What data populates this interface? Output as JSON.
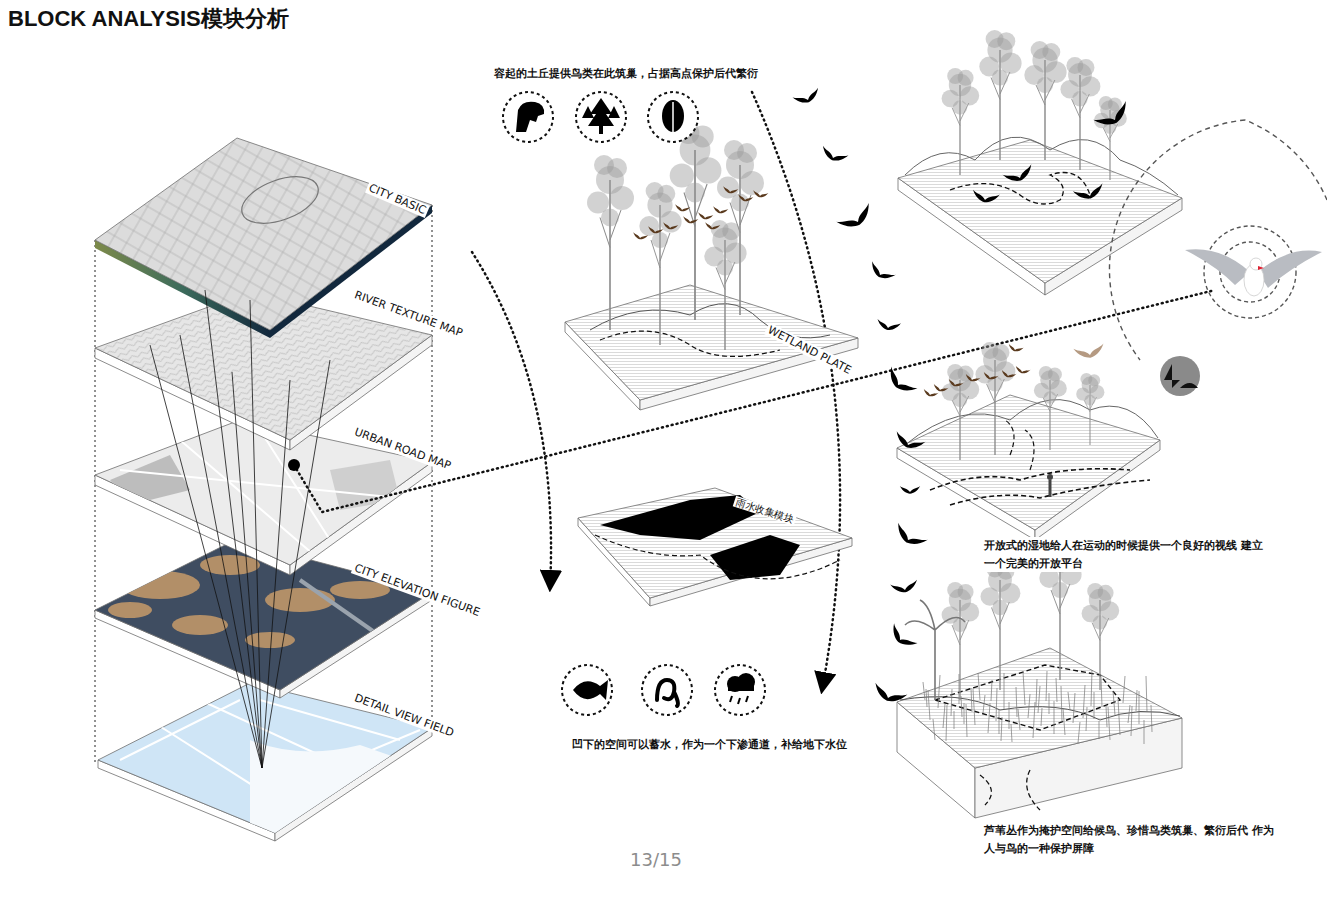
{
  "diagram": {
    "title": "BLOCK ANALYSIS模块分析",
    "labels": [
      "容起的土丘提供鸟类在此筑巢，占据高点保护后代繁衍",
      "CITY BASIC",
      "RIVER TEXTURE MAP",
      "WETLAND PLATE",
      "URBAN ROAD MAP",
      "雨水收集模块",
      "开放式的湿地给人在运动的时候提供一个良好的视线 建立一个完美的开放平台",
      "CITY ELEVATION FIGURE",
      "凹下的空间可以蓄水，作为一个下渗通道，补给地下水位",
      "DETAIL VIEW FIELD",
      "芦苇丛作为掩护空间给候鸟、珍惜鸟类筑巢、繁衍后代 作为人与鸟的一种保护屏障",
      "13/15"
    ]
  }
}
